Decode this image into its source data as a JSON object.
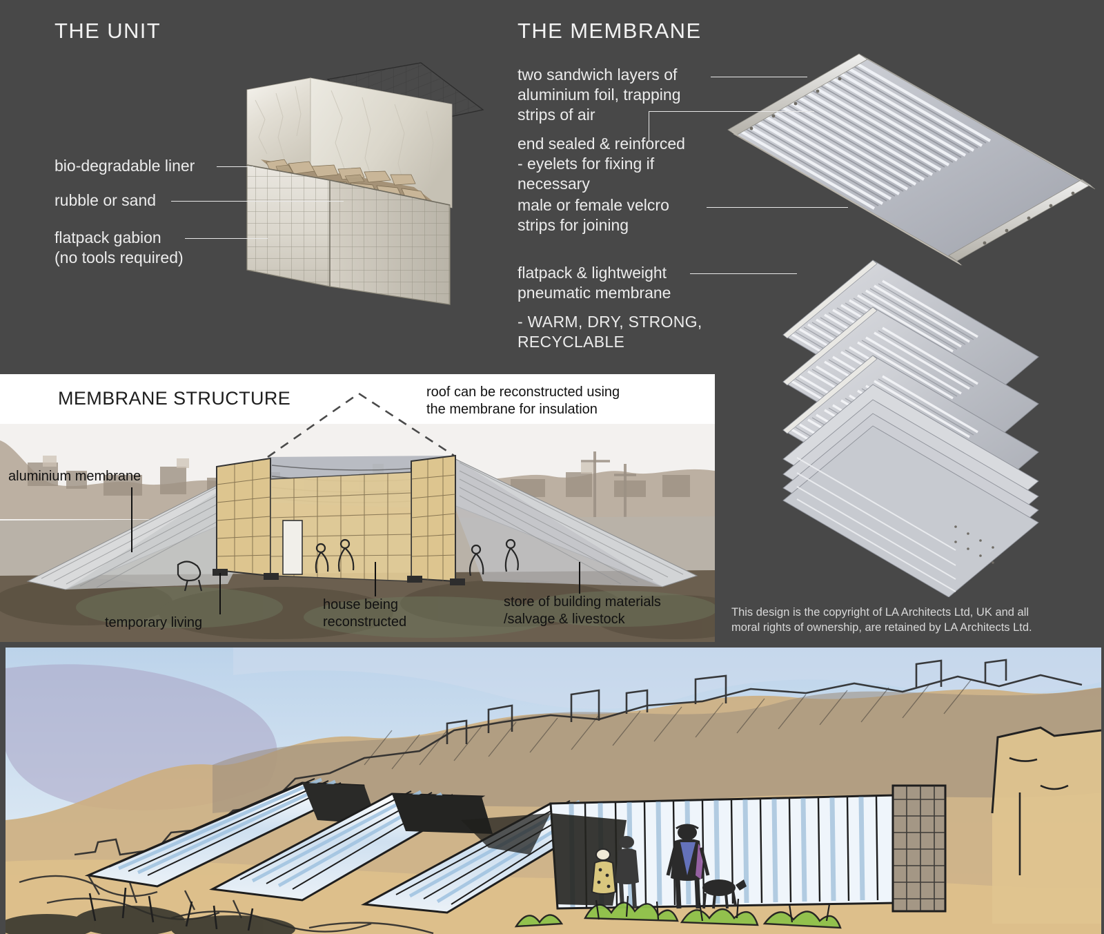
{
  "board": {
    "background_color": "#484848",
    "panel_color": "#ffffff"
  },
  "sections": {
    "unit": {
      "title": "THE UNIT",
      "annotations": [
        {
          "id": "bio-degradable-liner",
          "text": "bio-degradable liner"
        },
        {
          "id": "rubble-or-sand",
          "text": "rubble or sand"
        },
        {
          "id": "flatpack-gabion",
          "line1": "flatpack gabion",
          "line2": "(no tools required)"
        }
      ]
    },
    "membrane": {
      "title": "THE MEMBRANE",
      "annotations": [
        {
          "id": "sandwich-layers",
          "line1": "two  sandwich  layers  of",
          "line2": "aluminium foil, trapping",
          "line3": "strips of air"
        },
        {
          "id": "end-sealed",
          "line1": "end sealed & reinforced",
          "line2": "- eyelets for fixing if",
          "line3": "  necessary"
        },
        {
          "id": "velcro-strips",
          "line1": "male   or   female   velcro",
          "line2": "strips for joining"
        },
        {
          "id": "flatpack-lightweight",
          "line1": "flatpack & lightweight",
          "line2": "pneumatic membrane"
        },
        {
          "id": "properties",
          "line1": "- WARM, DRY, STRONG,",
          "line2": "  RECYCLABLE"
        }
      ]
    },
    "membrane_structure": {
      "title": "MEMBRANE STRUCTURE",
      "annotations": [
        {
          "id": "roof-reconstructed",
          "line1": "roof can be reconstructed using",
          "line2": "the membrane for insulation"
        },
        {
          "id": "aluminium-membrane",
          "text": "aluminium membrane"
        },
        {
          "id": "temporary-living",
          "text": "temporary living"
        },
        {
          "id": "house-being-reconstructed",
          "line1": "house being",
          "line2": "reconstructed"
        },
        {
          "id": "store-of-materials",
          "line1": "store of building materials",
          "line2": "/salvage & livestock"
        }
      ]
    }
  },
  "copyright": {
    "line1": "This design is the copyright of LA Architects Ltd, UK and all",
    "line2": "moral rights of ownership, are retained by LA Architects Ltd."
  }
}
